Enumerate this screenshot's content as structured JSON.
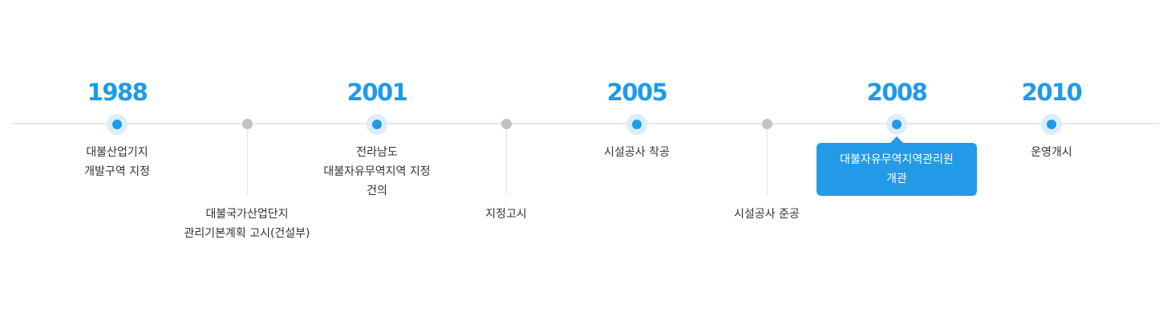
{
  "timeline": {
    "major": [
      {
        "year": "1988",
        "lines": [
          "대불산업기지",
          "개발구역 지정"
        ]
      },
      {
        "year": "2001",
        "lines": [
          "전라남도",
          "대불자유무역지역 지정",
          "건의"
        ]
      },
      {
        "year": "2005",
        "lines": [
          "시설공사 착공"
        ]
      },
      {
        "year": "2008",
        "lines": [
          "대불자유무역지역관리원",
          "개관"
        ],
        "highlighted": true
      },
      {
        "year": "2010",
        "lines": [
          "운영개시"
        ]
      }
    ],
    "minor": [
      {
        "lines": [
          "대불국가산업단지",
          "관리기본계획 고시(건설부)"
        ]
      },
      {
        "lines": [
          "지정고시"
        ]
      },
      {
        "lines": [
          "시설공사 준공"
        ]
      }
    ]
  },
  "colors": {
    "accent": "#229ae6",
    "year": "#1e9be8",
    "minor_dot": "#c2c2c2"
  }
}
